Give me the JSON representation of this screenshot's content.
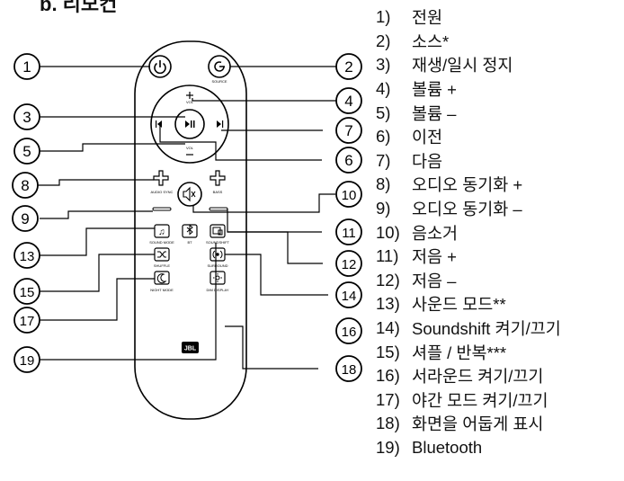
{
  "title": "b. 리모컨",
  "logo_text": "JBL",
  "remote_labels": {
    "source": "SOURCE",
    "vol": "VOL",
    "audio_sync": "AUDIO SYNC",
    "bass": "BASS",
    "sound_mode": "SOUND MODE",
    "bt": "BT",
    "soundshift": "SOUNDSHIFT",
    "shuffle": "SHUFFLE",
    "surround": "SURROUND",
    "night_mode": "NIGHT MODE",
    "dim_display": "DIM DISPLAY"
  },
  "legend": [
    {
      "num": "1)",
      "text": "전원"
    },
    {
      "num": "2)",
      "text": "소스*"
    },
    {
      "num": "3)",
      "text": "재생/일시 정지"
    },
    {
      "num": "4)",
      "text": "볼륨 +"
    },
    {
      "num": "5)",
      "text": "볼륨 –"
    },
    {
      "num": "6)",
      "text": "이전"
    },
    {
      "num": "7)",
      "text": "다음"
    },
    {
      "num": "8)",
      "text": "오디오 동기화 +"
    },
    {
      "num": "9)",
      "text": "오디오 동기화 –"
    },
    {
      "num": "10)",
      "text": "음소거"
    },
    {
      "num": "11)",
      "text": "저음 +"
    },
    {
      "num": "12)",
      "text": "저음 –"
    },
    {
      "num": "13)",
      "text": "사운드 모드**"
    },
    {
      "num": "14)",
      "text": "Soundshift 켜기/끄기"
    },
    {
      "num": "15)",
      "text": "셔플 / 반복***"
    },
    {
      "num": "16)",
      "text": "서라운드 켜기/끄기"
    },
    {
      "num": "17)",
      "text": "야간 모드 켜기/끄기"
    },
    {
      "num": "18)",
      "text": "화면을 어둡게 표시"
    },
    {
      "num": "19)",
      "text": "Bluetooth"
    }
  ],
  "callouts": [
    "1",
    "2",
    "3",
    "4",
    "5",
    "6",
    "7",
    "8",
    "9",
    "10",
    "11",
    "12",
    "13",
    "14",
    "15",
    "16",
    "17",
    "18",
    "19"
  ]
}
